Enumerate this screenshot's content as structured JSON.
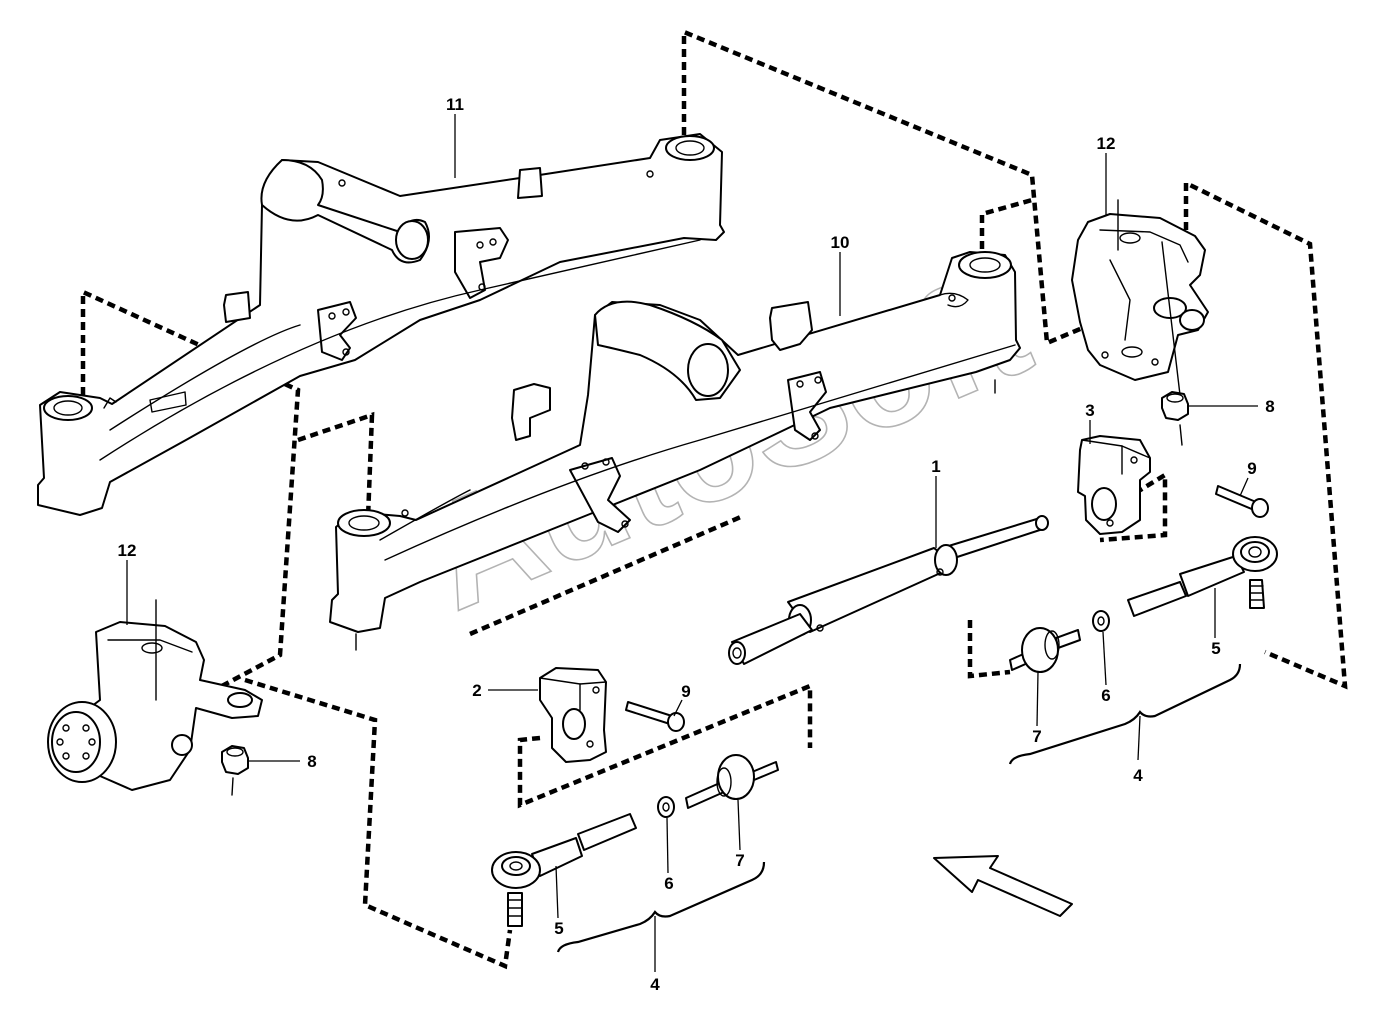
{
  "watermark": "AutoSoft",
  "colors": {
    "line": "#000000",
    "background": "#ffffff",
    "watermark": "#9a9a9a"
  },
  "callouts": [
    {
      "id": "c11",
      "label": "11",
      "part": "rear axle beam"
    },
    {
      "id": "c10",
      "label": "10",
      "part": "front axle beam"
    },
    {
      "id": "c12a",
      "label": "12",
      "part": "steering knuckle right"
    },
    {
      "id": "c12b",
      "label": "12",
      "part": "steering knuckle left"
    },
    {
      "id": "c8a",
      "label": "8",
      "part": "nut right"
    },
    {
      "id": "c8b",
      "label": "8",
      "part": "nut left"
    },
    {
      "id": "c3",
      "label": "3",
      "part": "clamp right"
    },
    {
      "id": "c2",
      "label": "2",
      "part": "clamp left"
    },
    {
      "id": "c9a",
      "label": "9",
      "part": "bolt right"
    },
    {
      "id": "c9b",
      "label": "9",
      "part": "bolt left"
    },
    {
      "id": "c1",
      "label": "1",
      "part": "steering cylinder"
    },
    {
      "id": "c5a",
      "label": "5",
      "part": "tie rod end right"
    },
    {
      "id": "c5b",
      "label": "5",
      "part": "tie rod end left"
    },
    {
      "id": "c6a",
      "label": "6",
      "part": "washer right"
    },
    {
      "id": "c6b",
      "label": "6",
      "part": "washer left"
    },
    {
      "id": "c7a",
      "label": "7",
      "part": "ball joint right"
    },
    {
      "id": "c7b",
      "label": "7",
      "part": "ball joint left"
    },
    {
      "id": "c4a",
      "label": "4",
      "part": "tie rod assembly right"
    },
    {
      "id": "c4b",
      "label": "4",
      "part": "tie rod assembly left"
    }
  ]
}
